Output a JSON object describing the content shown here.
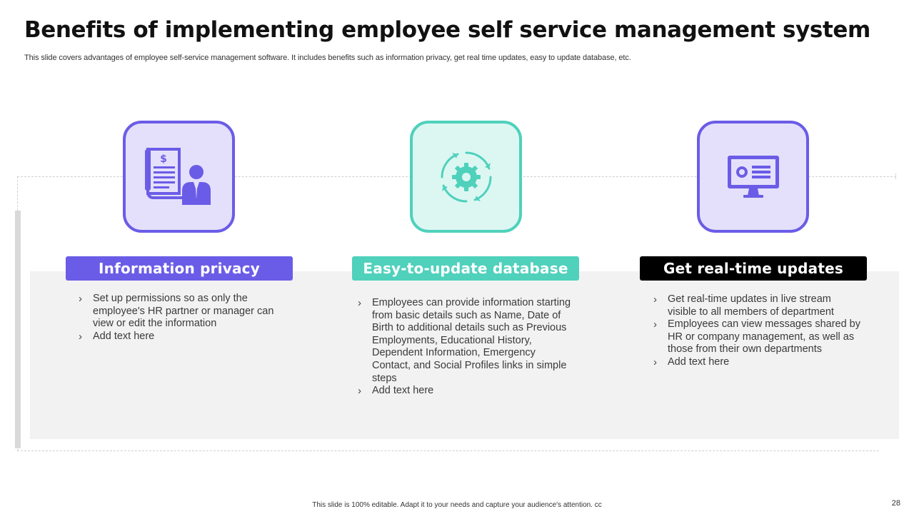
{
  "slide": {
    "title": "Benefits of implementing employee self service management system",
    "subtitle": "This slide covers advantages of employee self-service management software. It includes benefits such as information privacy, get real time updates, easy to update database, etc.",
    "footer": "This slide is 100% editable. Adapt it to your needs and capture your audience's attention. cc",
    "page_number": "28"
  },
  "colors": {
    "purple": "#6b5ce7",
    "purple_light": "#e4e0fb",
    "teal": "#4fd1bc",
    "teal_light": "#dcf7f2",
    "black": "#000000"
  },
  "cards": [
    {
      "icon": "document-person-icon",
      "heading": "Information privacy",
      "bullets": [
        "Set up permissions so as only the employee's HR partner or manager can view or edit the information",
        "Add text here"
      ]
    },
    {
      "icon": "gear-cycle-icon",
      "heading": "Easy-to-update database",
      "bullets": [
        "Employees can provide information starting from basic details such as Name, Date of Birth to additional details such as Previous Employments, Educational History, Dependent Information, Emergency Contact, and Social Profiles links in simple steps",
        "Add text here"
      ]
    },
    {
      "icon": "monitor-profile-icon",
      "heading": "Get real-time updates",
      "bullets": [
        "Get real-time updates in live stream visible to all members of department",
        "Employees can view messages shared by HR or company management, as well as those from their own departments",
        "Add text here"
      ]
    }
  ]
}
